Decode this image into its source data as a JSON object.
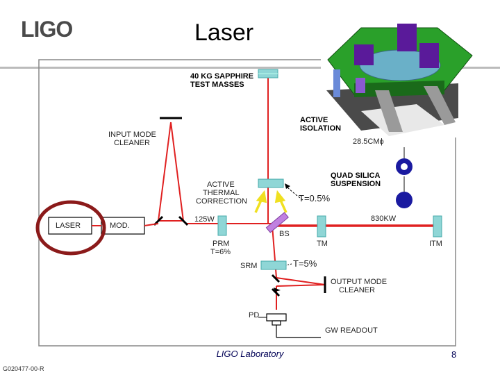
{
  "header": {
    "logo": "LIGO",
    "title": "Laser"
  },
  "labels": {
    "test_masses_1": "40 KG SAPPHIRE",
    "test_masses_2": "TEST MASSES",
    "active_isolation_1": "ACTIVE",
    "active_isolation_2": "ISOLATION",
    "diameter": "28.5CMϕ",
    "input_mode_cleaner_1": "INPUT MODE",
    "input_mode_cleaner_2": "CLEANER",
    "quad_silica_1": "QUAD SILICA",
    "quad_silica_2": "SUSPENSION",
    "active_thermal_1": "ACTIVE",
    "active_thermal_2": "THERMAL",
    "active_thermal_3": "CORRECTION",
    "t_itm": "T=0.5%",
    "laser": "LASER",
    "mod": "MOD.",
    "power_in": "125W",
    "arm_power": "830KW",
    "bs": "BS",
    "prm": "PRM",
    "prm_t": "T=6%",
    "tm": "TM",
    "itm": "ITM",
    "srm": "SRM",
    "t_srm": "T=5%",
    "output_mode_cleaner_1": "OUTPUT MODE",
    "output_mode_cleaner_2": "CLEANER",
    "pd": "PD",
    "gw_readout": "GW READOUT"
  },
  "footer": {
    "center": "LIGO Laboratory",
    "page": "8",
    "doc_id": "G020477-00-R"
  },
  "colors": {
    "beam": "#e02020",
    "optic": "#8fd6d6",
    "laser_highlight": "#8b1a1a",
    "frame": "#888888",
    "suspension_blue": "#1a1aa0",
    "isolation_green": "#2aa02a",
    "isolation_purple": "#5a1a9a",
    "arrow_yellow": "#f0e020",
    "bs_purple": "#c080e0"
  }
}
